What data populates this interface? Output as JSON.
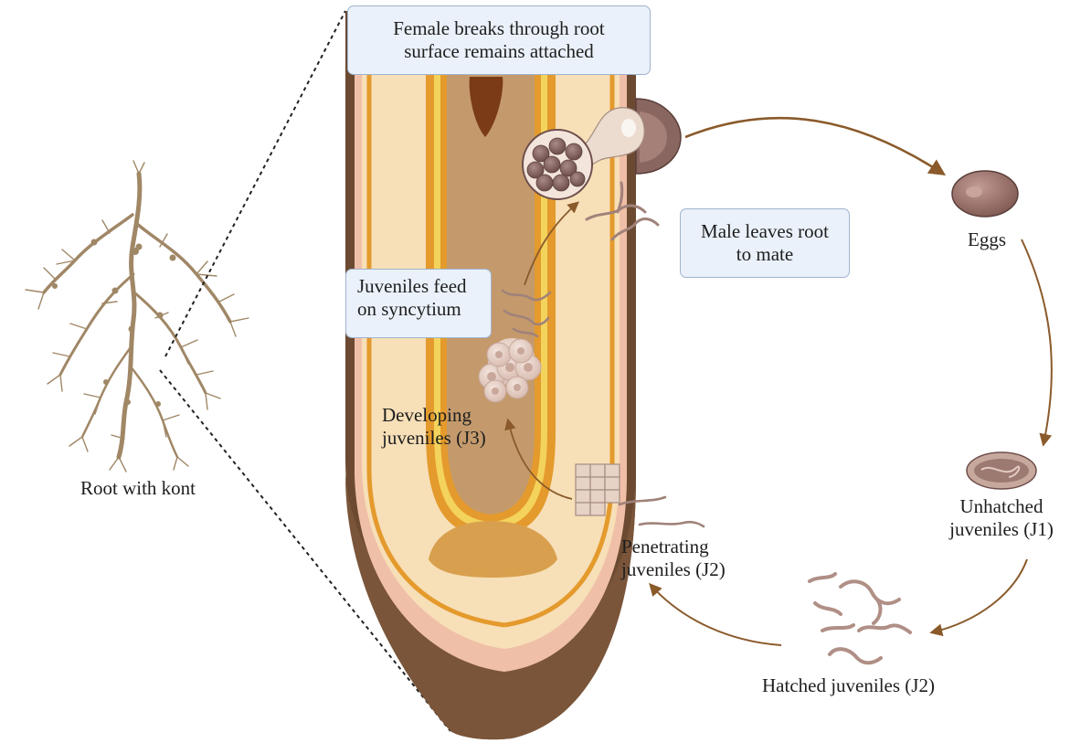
{
  "labels": {
    "root_with_knot": "Root with kont",
    "female_box": [
      "Female breaks through root",
      "surface remains attached"
    ],
    "male_box": [
      "Male leaves root",
      "to mate"
    ],
    "feed_box": [
      "Juveniles feed",
      "on syncytium"
    ],
    "developing": [
      "Developing",
      "juveniles (J3)"
    ],
    "penetrating": [
      "Penetrating",
      "juveniles (J2)"
    ],
    "eggs": "Eggs",
    "unhatched": [
      "Unhatched",
      "juveniles (J1)"
    ],
    "hatched": "Hatched juveniles (J2)"
  },
  "colors": {
    "root_outer": "#6b4a31",
    "cortex": "#f7dfb8",
    "vascular": "#c49a6c",
    "endodermis_orange": "#e49a2c",
    "pericycle_yellow": "#f3d35c",
    "root_cap": "#7a553a",
    "meristem": "#d8a04e",
    "arrow": "#8a5a2b",
    "box_fill": "#eaf1fa",
    "box_border": "#9fb4cf"
  }
}
